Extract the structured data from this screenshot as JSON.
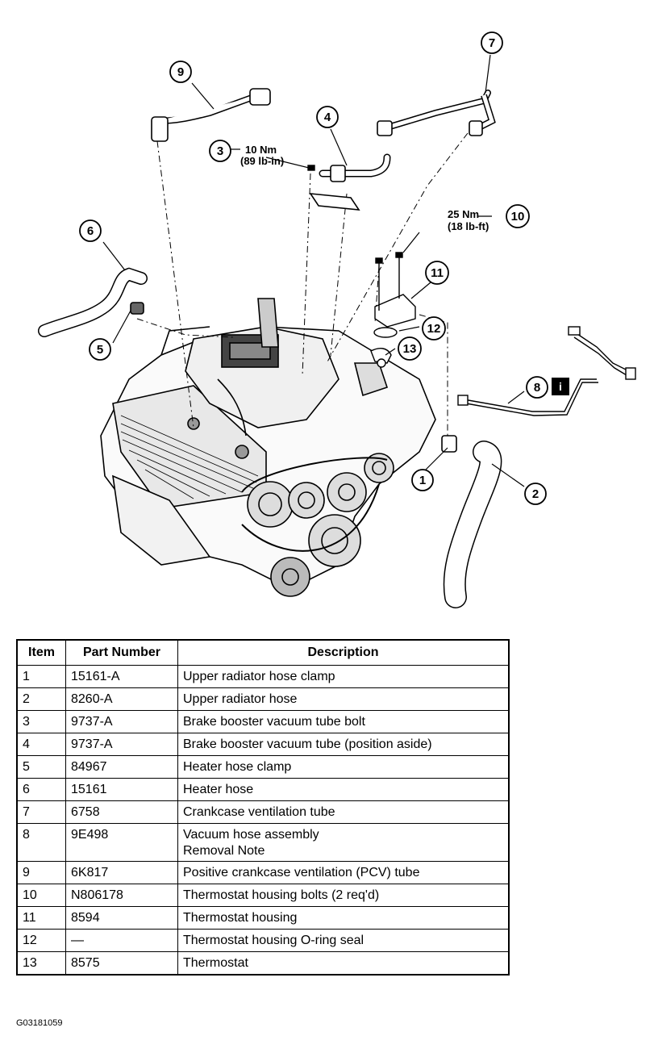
{
  "diagram": {
    "callouts": [
      {
        "id": "callout-1",
        "number": "1"
      },
      {
        "id": "callout-2",
        "number": "2"
      },
      {
        "id": "callout-3",
        "number": "3"
      },
      {
        "id": "callout-4",
        "number": "4"
      },
      {
        "id": "callout-5",
        "number": "5"
      },
      {
        "id": "callout-6",
        "number": "6"
      },
      {
        "id": "callout-7",
        "number": "7"
      },
      {
        "id": "callout-8",
        "number": "8"
      },
      {
        "id": "callout-9",
        "number": "9"
      },
      {
        "id": "callout-10",
        "number": "10"
      },
      {
        "id": "callout-11",
        "number": "11"
      },
      {
        "id": "callout-12",
        "number": "12"
      },
      {
        "id": "callout-13",
        "number": "13"
      }
    ],
    "torque_3": {
      "line1": "10 Nm",
      "line2": "(89 lb-in)"
    },
    "torque_10": {
      "line1": "25 Nm",
      "line2": "(18 lb-ft)"
    },
    "info_icon": {
      "icon": "info-icon",
      "letter": "i",
      "color": "#000000"
    }
  },
  "table": {
    "headers": {
      "item": "Item",
      "part": "Part Number",
      "description": "Description"
    },
    "rows": [
      {
        "item": "1",
        "part": "15161-A",
        "description": [
          "Upper radiator hose clamp"
        ]
      },
      {
        "item": "2",
        "part": "8260-A",
        "description": [
          "Upper radiator hose"
        ]
      },
      {
        "item": "3",
        "part": "9737-A",
        "description": [
          "Brake booster vacuum tube bolt"
        ]
      },
      {
        "item": "4",
        "part": "9737-A",
        "description": [
          "Brake booster vacuum tube (position aside)"
        ]
      },
      {
        "item": "5",
        "part": "84967",
        "description": [
          "Heater hose clamp"
        ]
      },
      {
        "item": "6",
        "part": "15161",
        "description": [
          "Heater hose"
        ]
      },
      {
        "item": "7",
        "part": "6758",
        "description": [
          "Crankcase ventilation tube"
        ]
      },
      {
        "item": "8",
        "part": "9E498",
        "description": [
          "Vacuum hose assembly",
          "Removal Note"
        ]
      },
      {
        "item": "9",
        "part": "6K817",
        "description": [
          "Positive crankcase ventilation (PCV) tube"
        ]
      },
      {
        "item": "10",
        "part": "N806178",
        "description": [
          "Thermostat housing bolts (2 req'd)"
        ]
      },
      {
        "item": "11",
        "part": "8594",
        "description": [
          "Thermostat housing"
        ]
      },
      {
        "item": "12",
        "part": "—",
        "description": [
          "Thermostat housing O-ring seal"
        ]
      },
      {
        "item": "13",
        "part": "8575",
        "description": [
          "Thermostat"
        ]
      }
    ]
  },
  "figure_id": "G03181059"
}
